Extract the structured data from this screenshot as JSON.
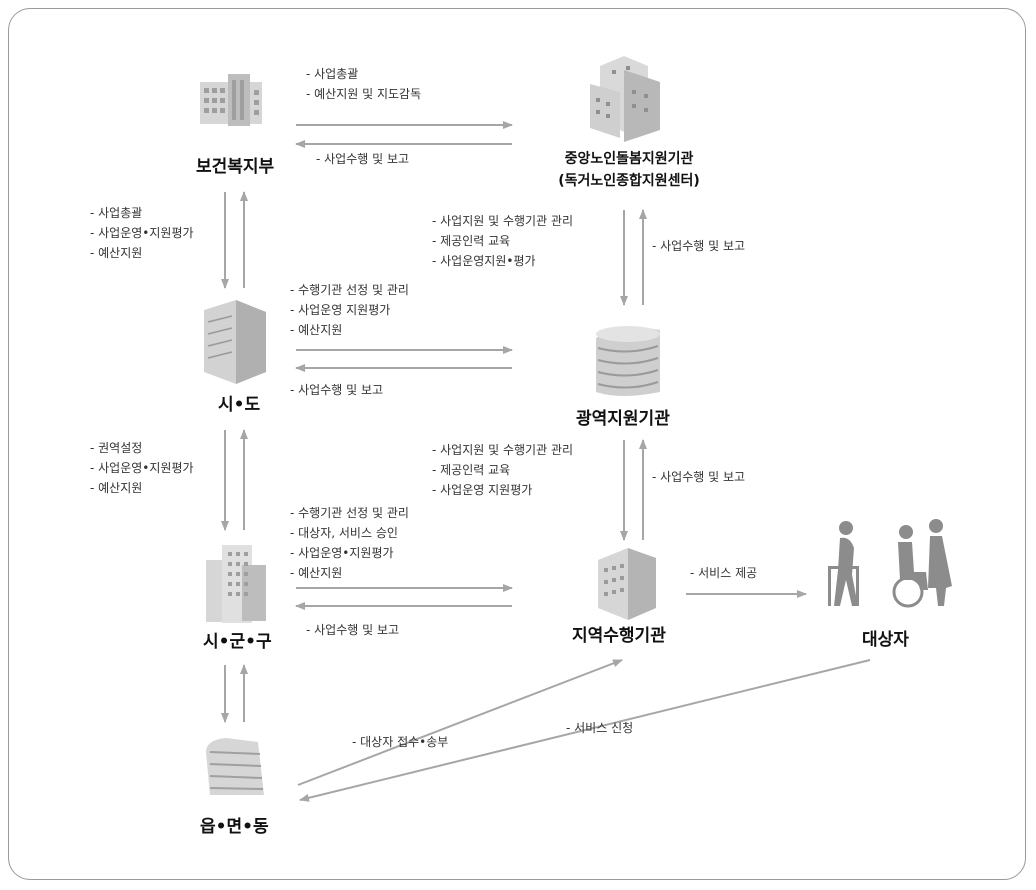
{
  "nodes": {
    "ministry": "보건복지부",
    "central": "중앙노인돌봄지원기관",
    "central_sub": "(독거노인종합지원센터)",
    "province": "시•도",
    "regional": "광역지원기관",
    "city": "시•군•구",
    "local": "지역수행기관",
    "target": "대상자",
    "town": "읍•면•동"
  },
  "notes": {
    "ministry_to_central": [
      "- 사업총괄",
      "- 예산지원 및 지도감독"
    ],
    "central_to_ministry": "- 사업수행 및 보고",
    "ministry_to_province": [
      "- 사업총괄",
      "- 사업운영•지원평가",
      "- 예산지원"
    ],
    "central_to_regional": [
      "- 사업지원 및 수행기관 관리",
      "- 제공인력 교육",
      "- 사업운영지원•평가"
    ],
    "regional_to_central": "- 사업수행 및 보고",
    "province_to_regional": [
      "- 수행기관 선정 및 관리",
      "- 사업운영 지원평가",
      "- 예산지원"
    ],
    "regional_to_province": "- 사업수행 및 보고",
    "province_to_city": [
      "- 권역설정",
      "- 사업운영•지원평가",
      "- 예산지원"
    ],
    "regional_to_local": [
      "- 사업지원 및 수행기관 관리",
      "- 제공인력 교육",
      "- 사업운영 지원평가"
    ],
    "local_to_regional": "- 사업수행 및 보고",
    "city_to_local": [
      "- 수행기관 선정 및 관리",
      "- 대상자, 서비스 승인",
      "- 사업운영•지원평가",
      "- 예산지원"
    ],
    "local_to_city": "- 사업수행 및 보고",
    "local_to_target": "- 서비스 제공",
    "town_to_local": "- 대상자 접수•송부",
    "target_to_town": "- 서비스 신청"
  },
  "colors": {
    "arrow": "#a6a6a6",
    "building": "#cfcfcf",
    "building_dark": "#9e9e9e",
    "person": "#8c8c8c"
  }
}
